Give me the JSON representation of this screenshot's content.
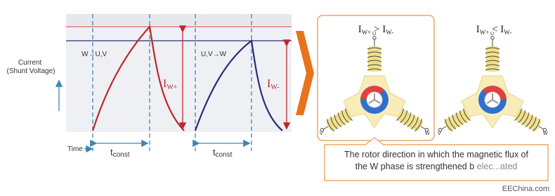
{
  "y_axis_label_line1": "Current",
  "y_axis_label_line2": "(Shunt Voltage)",
  "x_axis_label": "Time",
  "phase1_label": "W→U,V",
  "phase2_label": "U,V→W",
  "t_const_label": "t",
  "t_const_sub": "const",
  "i_w_plus": {
    "main": "I",
    "sub": "W+"
  },
  "i_w_minus": {
    "main": "I",
    "sub": "W-"
  },
  "panel1_title": {
    "i": "I",
    "sub1": "W+",
    "op": " > ",
    "i2": "I",
    "sub2": "W-"
  },
  "panel2_title": {
    "i": "I",
    "sub1": "W+",
    "op": " < ",
    "i2": "I",
    "sub2": "W-"
  },
  "coil_labels": {
    "u": "U",
    "v": "V",
    "w": "W"
  },
  "callout_line1": "The rotor direction in which the magnetic flux of",
  "callout_line2": "the W phase is strengthened b",
  "callout_line2_tail": "elec...ated",
  "watermark": "EEChina.com",
  "colors": {
    "red": "#c0262d",
    "blue": "#2a2d7a",
    "orange": "#e8731b",
    "dashed": "#3d86b4",
    "coil": "#f1e08a",
    "rotor_red": "#e14040",
    "rotor_blue": "#2f6fd0",
    "plot_bg": "#eef0f4"
  }
}
